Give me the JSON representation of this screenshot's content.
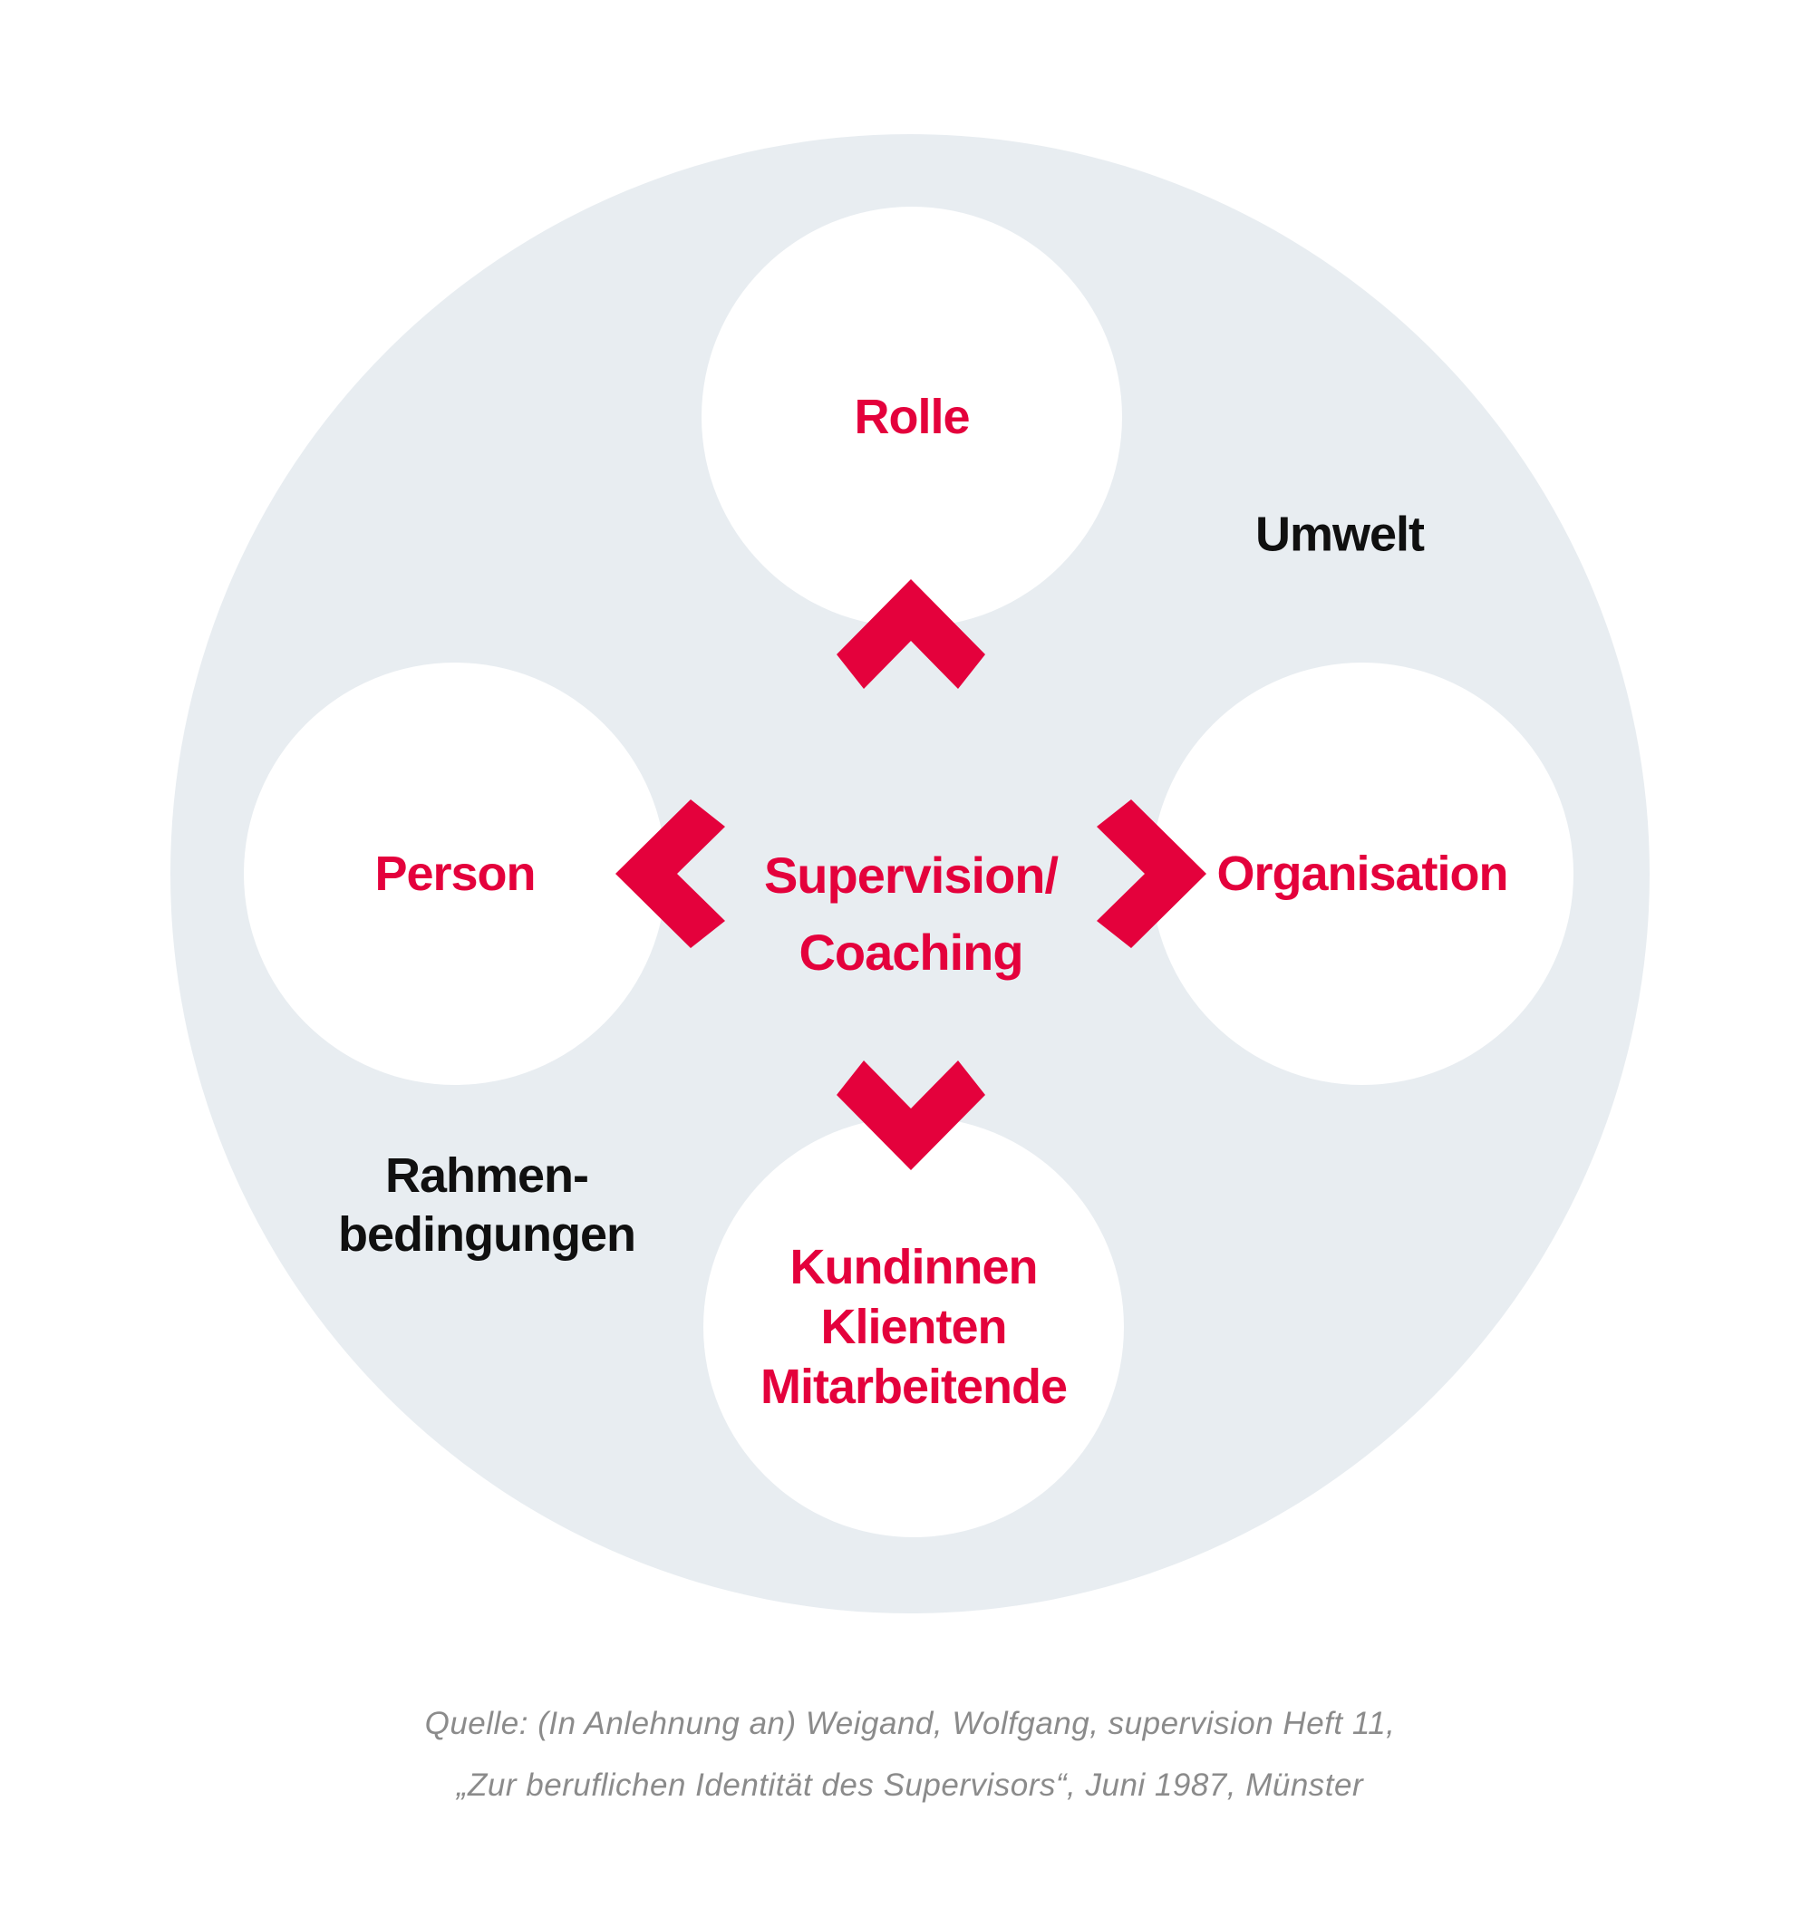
{
  "diagram": {
    "center": {
      "lines": [
        "Supervision/",
        "Coaching"
      ]
    },
    "nodes": {
      "top": {
        "label": "Rolle"
      },
      "left": {
        "label": "Person"
      },
      "right": {
        "label": "Organisation"
      },
      "bottom": {
        "lines": [
          "Kundinnen",
          "Klienten",
          "Mitarbeitende"
        ]
      }
    },
    "context_labels": {
      "umwelt": "Umwelt",
      "rahmen": {
        "lines": [
          "Rahmen-",
          "bedingungen"
        ]
      }
    },
    "arrows": {
      "up": "chevron-up",
      "down": "chevron-down",
      "left": "chevron-left",
      "right": "chevron-right"
    }
  },
  "source": {
    "lines": [
      "Quelle: (In Anlehnung an) Weigand, Wolfgang, supervision Heft 11,",
      "„Zur beruflichen Identität des Supervisors“, Juni 1987, Münster"
    ]
  },
  "colors": {
    "accent_red": "#E4013C",
    "circle_bg": "#E8EDF1",
    "label_black": "#101010",
    "source_gray": "#8B8B8B"
  }
}
